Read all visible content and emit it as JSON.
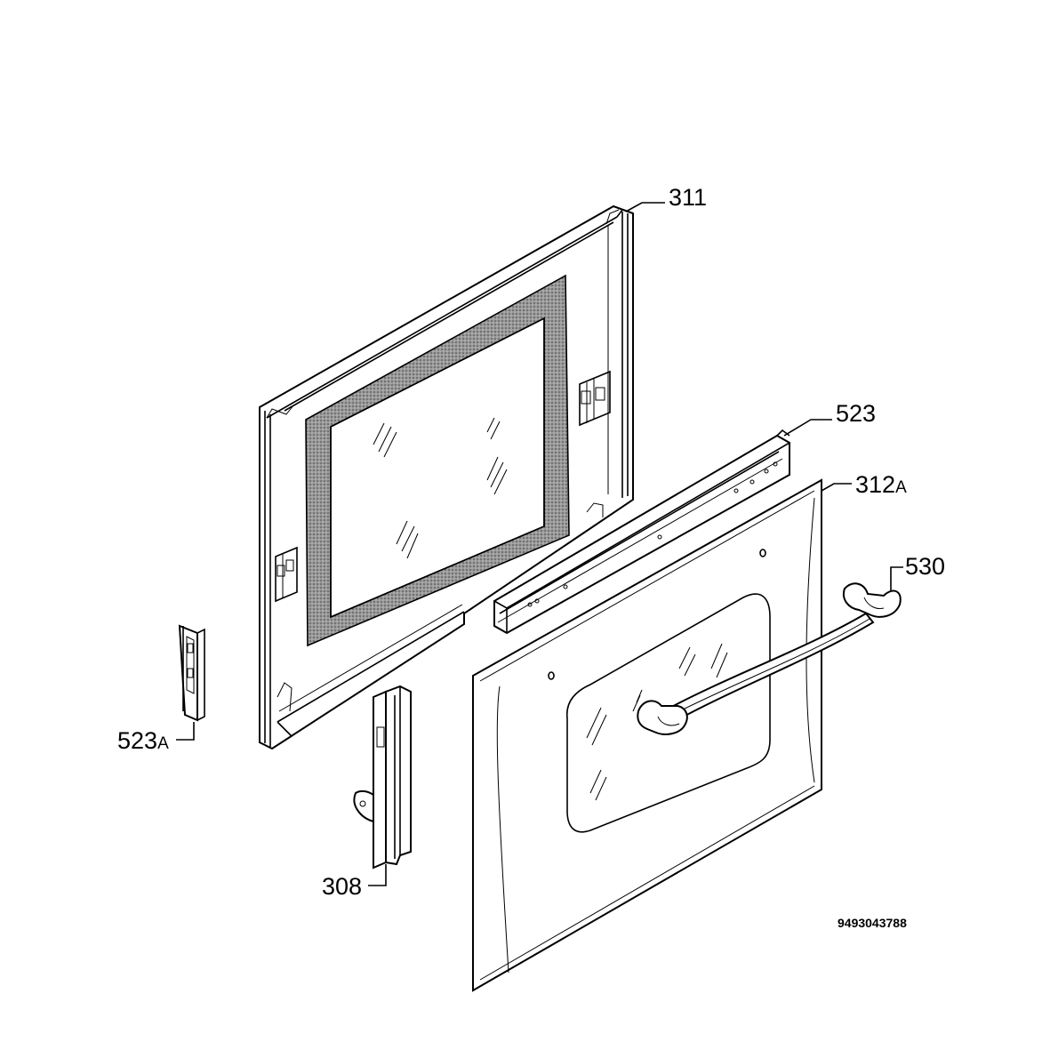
{
  "labels": {
    "p311": "311",
    "p523": "523",
    "p312_num": "312",
    "p312_suffix": "A",
    "p530": "530",
    "p523a_num": "523",
    "p523a_suffix": "A",
    "p308": "308"
  },
  "drawing_code": "9493043788",
  "colors": {
    "line": "#000000",
    "background": "#ffffff",
    "gasket_fill": "#8a8a8a"
  }
}
